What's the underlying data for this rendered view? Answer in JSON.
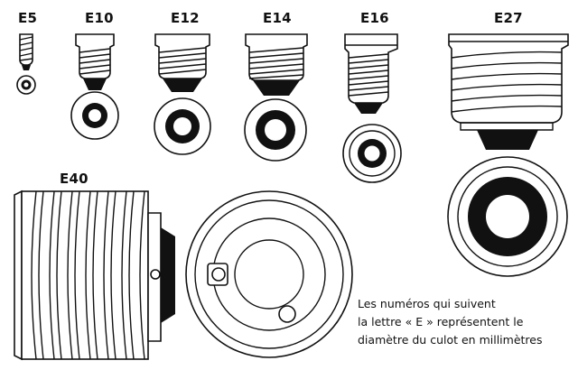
{
  "labels": {
    "e5": "E5",
    "e10": "E10",
    "e12": "E12",
    "e14": "E14",
    "e16": "E16",
    "e27": "E27",
    "e40": "E40"
  },
  "caption": {
    "line1": "Les numéros qui suivent",
    "line2": "la lettre « E » représentent le",
    "line3": "diamètre du culot en millimètres"
  },
  "colors": {
    "ink": "#111111",
    "background": "#ffffff"
  }
}
